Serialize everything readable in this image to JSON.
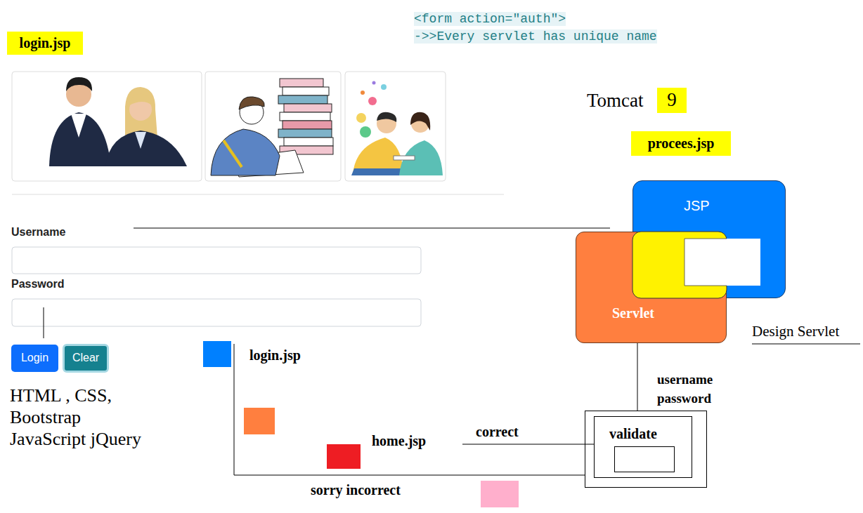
{
  "diagram": {
    "nodes": [
      {
        "text": [
          "login.jsp"
        ]
      },
      {
        "text": [
          "9"
        ]
      },
      {
        "text": [
          "procees.jsp"
        ]
      },
      {
        "text": [
          "JSP"
        ]
      },
      {
        "text": [
          "Servlet"
        ]
      },
      {
        "text": [
          "Login"
        ]
      },
      {
        "text": [
          "Clear"
        ]
      },
      {
        "text": [
          "validate"
        ]
      }
    ],
    "edges": [
      {
        "from": 4,
        "to": 7,
        "arrow": "none",
        "label": "username password"
      }
    ],
    "labels": [
      "<form action=\"auth\">",
      "->>Every servlet has unique name",
      "Tomcat",
      "Username",
      "Password",
      "Design Servlet",
      "HTML , CSS, Bootstrap JavaScript jQuery",
      "login.jsp",
      "home.jsp",
      "correct",
      "sorry incorrect"
    ]
  }
}
